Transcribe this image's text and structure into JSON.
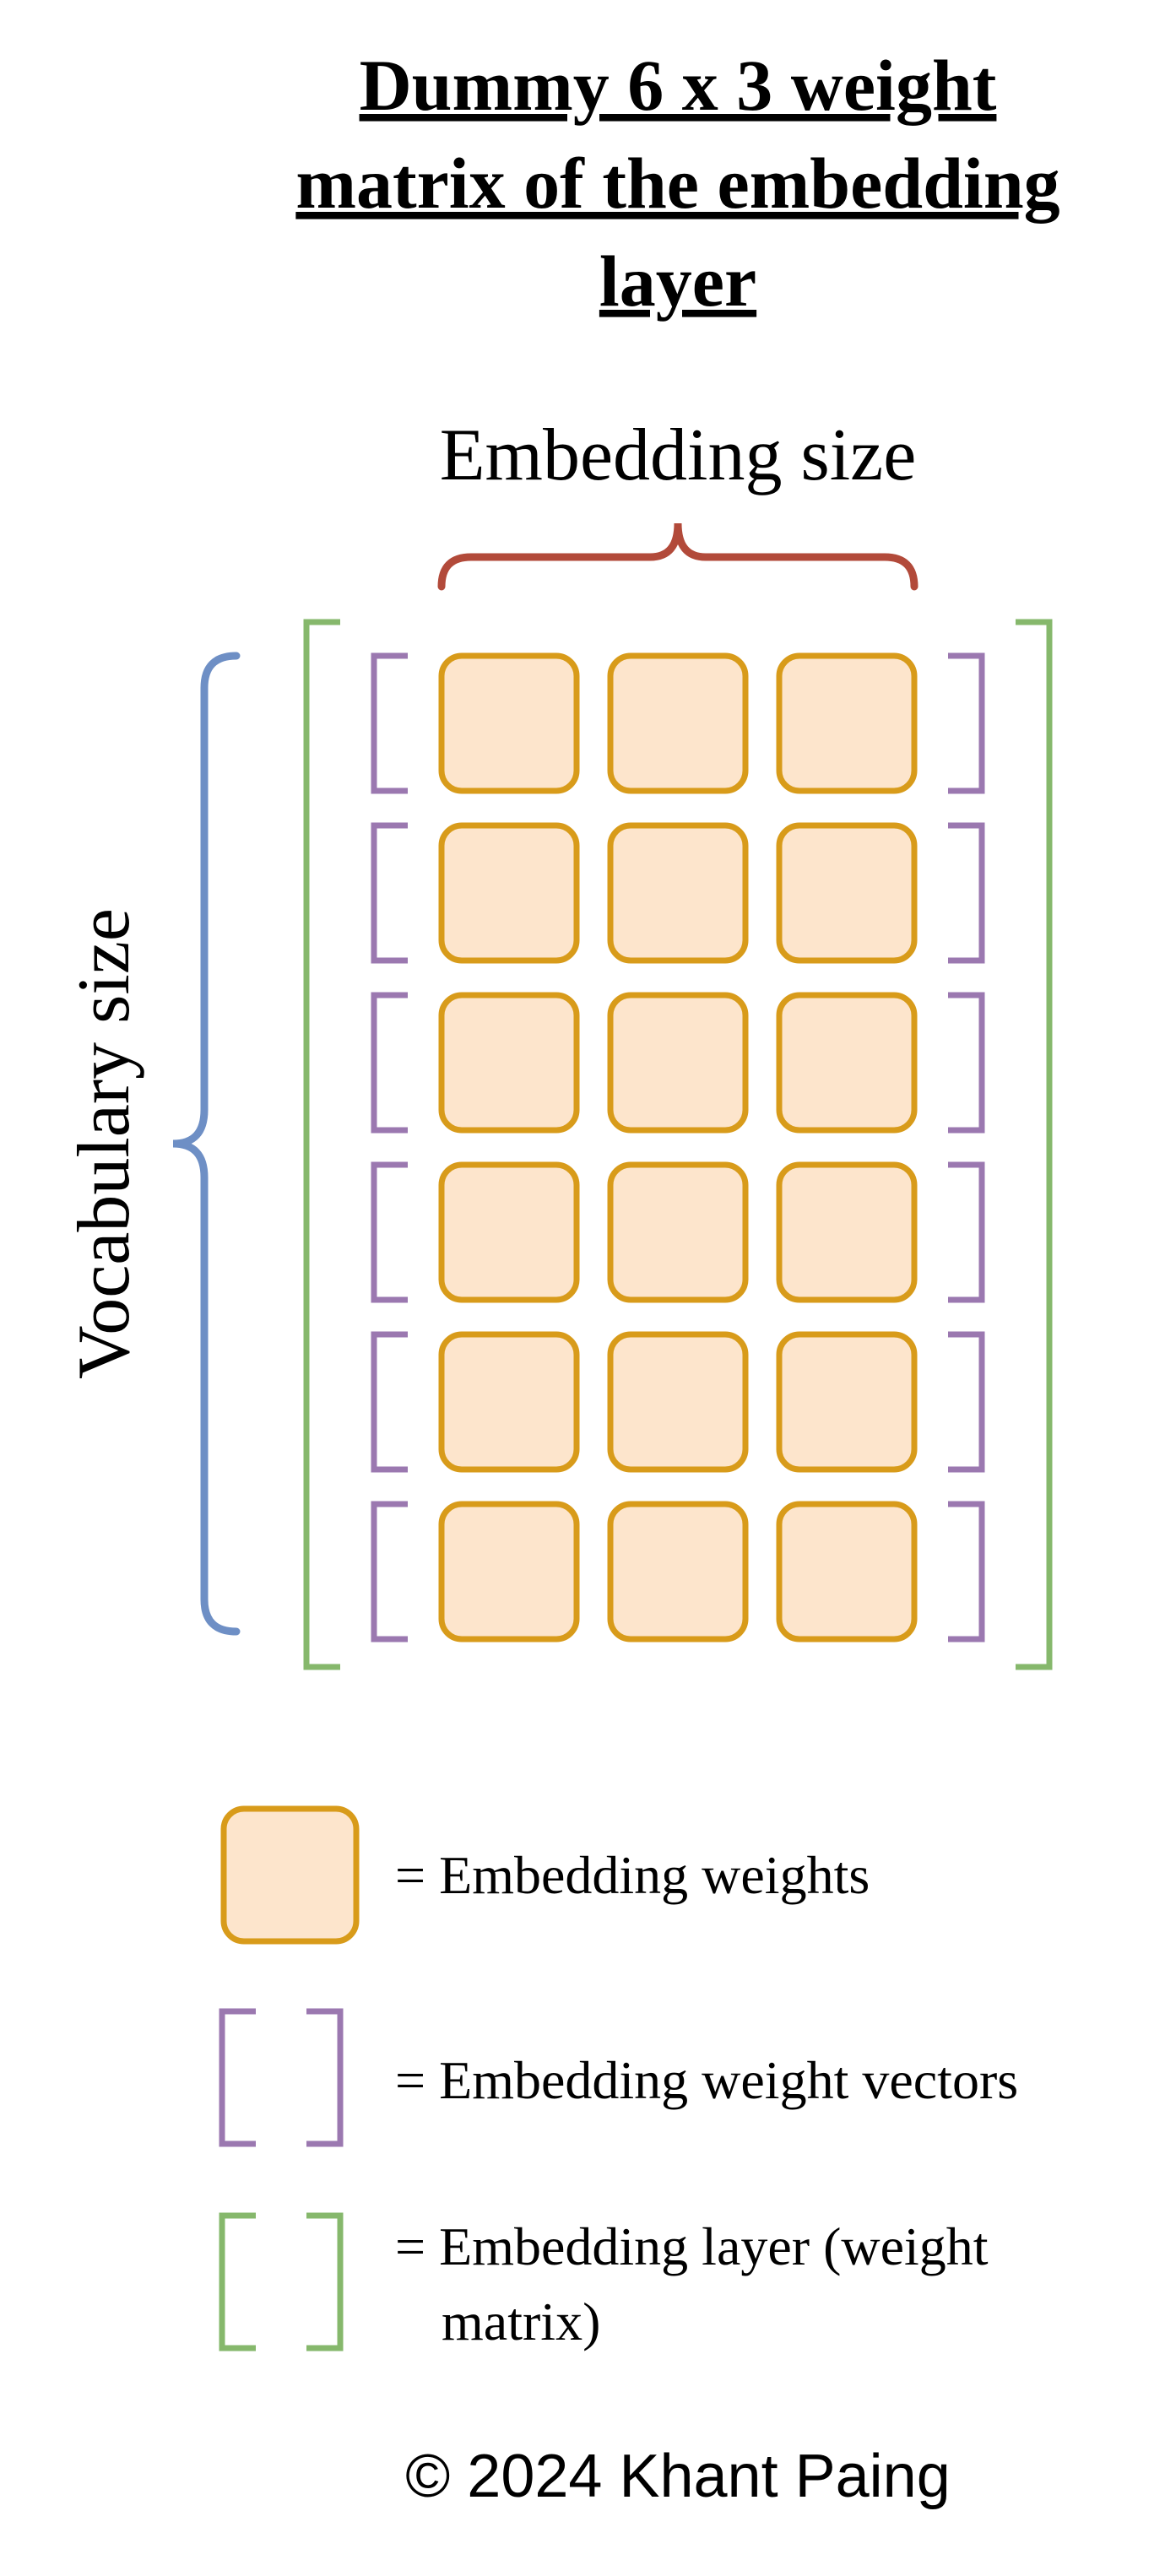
{
  "title": {
    "lines": [
      "Dummy 6 x 3 weight",
      "matrix of the embedding",
      "layer"
    ]
  },
  "labels": {
    "embedding_size": "Embedding size",
    "vocabulary_size": "Vocabulary size"
  },
  "matrix": {
    "rows": 6,
    "cols": 3
  },
  "legend": {
    "weights": "= Embedding weights",
    "vectors": "= Embedding weight vectors",
    "layer_line1": "= Embedding layer (weight",
    "layer_line2": "matrix)"
  },
  "footer": "© 2024 Khant Paing",
  "colors": {
    "cell_fill": "#FDE5CC",
    "cell_stroke": "#D89B1A",
    "vector_bracket": "#9B78B0",
    "layer_bracket": "#86B86C",
    "embedding_brace": "#B24A3A",
    "vocab_brace": "#6E8FC5"
  }
}
